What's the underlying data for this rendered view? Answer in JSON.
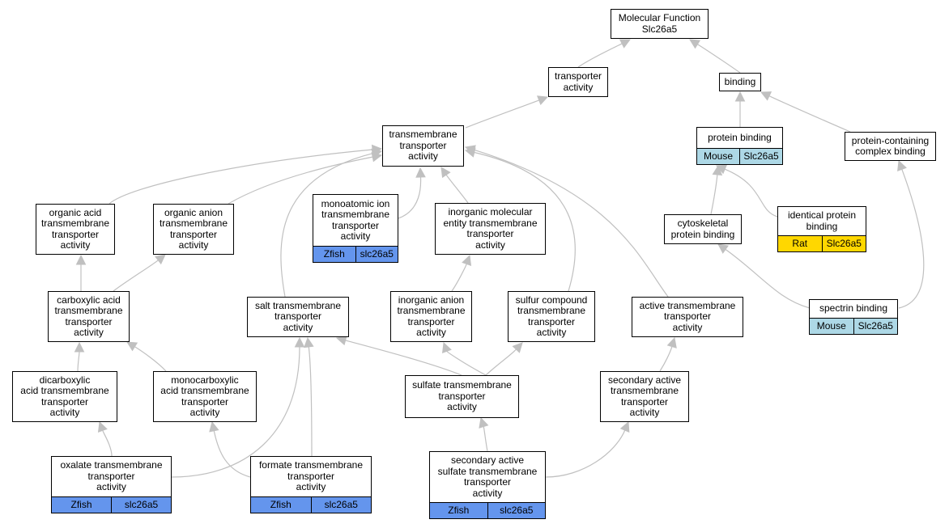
{
  "colors": {
    "edge": "#c0c0c0",
    "zfish": "#6495ed",
    "mouse": "#add8e6",
    "rat": "#ffd700"
  },
  "nodes": {
    "mf": {
      "label": "Molecular Function\nSlc26a5"
    },
    "transporter": {
      "label": "transporter\nactivity"
    },
    "binding": {
      "label": "binding"
    },
    "protein_binding": {
      "label": "protein binding",
      "ann": [
        {
          "text": "Mouse",
          "color": "mouse"
        },
        {
          "text": "Slc26a5",
          "color": "mouse"
        }
      ]
    },
    "pc_complex": {
      "label": "protein-containing\ncomplex binding"
    },
    "tm_transporter": {
      "label": "transmembrane\ntransporter\nactivity"
    },
    "organic_acid": {
      "label": "organic acid\ntransmembrane\ntransporter\nactivity"
    },
    "organic_anion": {
      "label": "organic anion\ntransmembrane\ntransporter\nactivity"
    },
    "monoatomic_ion": {
      "label": "monoatomic ion\ntransmembrane\ntransporter\nactivity",
      "ann": [
        {
          "text": "Zfish",
          "color": "zfish"
        },
        {
          "text": "slc26a5",
          "color": "zfish"
        }
      ]
    },
    "inorganic_molecular": {
      "label": "inorganic molecular\nentity transmembrane\ntransporter\nactivity"
    },
    "identical_protein": {
      "label": "identical protein\nbinding",
      "ann": [
        {
          "text": "Rat",
          "color": "rat"
        },
        {
          "text": "Slc26a5",
          "color": "rat"
        }
      ]
    },
    "cytoskeletal": {
      "label": "cytoskeletal\nprotein binding"
    },
    "carboxylic_acid": {
      "label": "carboxylic acid\ntransmembrane\ntransporter\nactivity"
    },
    "salt_tm": {
      "label": "salt transmembrane\ntransporter\nactivity"
    },
    "inorganic_anion": {
      "label": "inorganic anion\ntransmembrane\ntransporter\nactivity"
    },
    "sulfur_compound": {
      "label": "sulfur compound\ntransmembrane\ntransporter\nactivity"
    },
    "active_tm": {
      "label": "active transmembrane\ntransporter\nactivity"
    },
    "spectrin": {
      "label": "spectrin binding",
      "ann": [
        {
          "text": "Mouse",
          "color": "mouse"
        },
        {
          "text": "Slc26a5",
          "color": "mouse"
        }
      ]
    },
    "dicarboxylic": {
      "label": "dicarboxylic\nacid transmembrane\ntransporter\nactivity"
    },
    "monocarboxylic": {
      "label": "monocarboxylic\nacid transmembrane\ntransporter\nactivity"
    },
    "sulfate_tm": {
      "label": "sulfate transmembrane\ntransporter\nactivity"
    },
    "secondary_active": {
      "label": "secondary active\ntransmembrane\ntransporter\nactivity"
    },
    "oxalate": {
      "label": "oxalate transmembrane\ntransporter\nactivity",
      "ann": [
        {
          "text": "Zfish",
          "color": "zfish"
        },
        {
          "text": "slc26a5",
          "color": "zfish"
        }
      ]
    },
    "formate": {
      "label": "formate transmembrane\ntransporter\nactivity",
      "ann": [
        {
          "text": "Zfish",
          "color": "zfish"
        },
        {
          "text": "slc26a5",
          "color": "zfish"
        }
      ]
    },
    "secondary_sulfate": {
      "label": "secondary active\nsulfate transmembrane\ntransporter\nactivity",
      "ann": [
        {
          "text": "Zfish",
          "color": "zfish"
        },
        {
          "text": "slc26a5",
          "color": "zfish"
        }
      ]
    }
  }
}
